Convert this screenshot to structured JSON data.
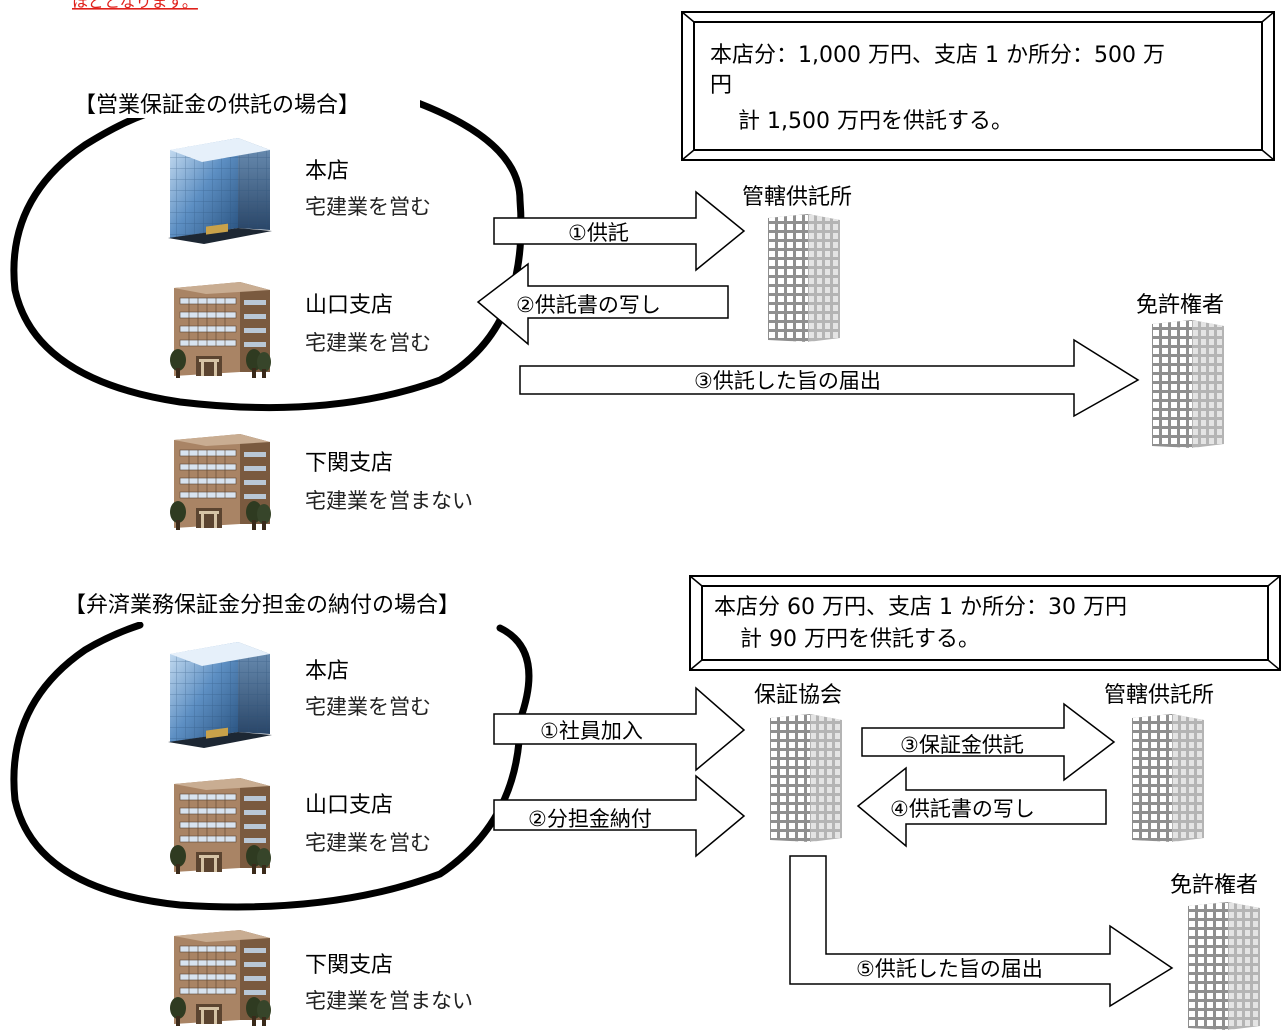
{
  "top_fragment": "ほどとなります。",
  "section1": {
    "heading": "【営業保証金の供託の場合】",
    "info_box": {
      "line1": "本店分：1,000 万円、支店 1 か所分：500 万",
      "line2": "円",
      "line3": "計 1,500 万円を供託する。"
    },
    "head_office": {
      "name": "本店",
      "desc": "宅建業を営む"
    },
    "branch_yamaguchi": {
      "name": "山口支店",
      "desc": "宅建業を営む"
    },
    "branch_shimonoseki": {
      "name": "下関支店",
      "desc": "宅建業を営まない"
    },
    "depository": "管轄供託所",
    "licensor": "免許権者",
    "arrow1": "①供託",
    "arrow2": "②供託書の写し",
    "arrow3": "③供託した旨の届出"
  },
  "section2": {
    "heading": "【弁済業務保証金分担金の納付の場合】",
    "info_box": {
      "line1": "本店分 60 万円、支店 1 か所分：30 万円",
      "line2": "計 90 万円を供託する。"
    },
    "head_office": {
      "name": "本店",
      "desc": "宅建業を営む"
    },
    "branch_yamaguchi": {
      "name": "山口支店",
      "desc": "宅建業を営む"
    },
    "branch_shimonoseki": {
      "name": "下関支店",
      "desc": "宅建業を営まない"
    },
    "association": "保証協会",
    "depository": "管轄供託所",
    "licensor": "免許権者",
    "arrow1": "①社員加入",
    "arrow2": "②分担金納付",
    "arrow3": "③保証金供託",
    "arrow4": "④供託書の写し",
    "arrow5": "⑤供託した旨の届出"
  },
  "colors": {
    "warning_text": "#e0201a",
    "glass_building": "#4f7fb0",
    "brick_building": "#9c7a5b",
    "gray_building": "#9a9a9a"
  }
}
